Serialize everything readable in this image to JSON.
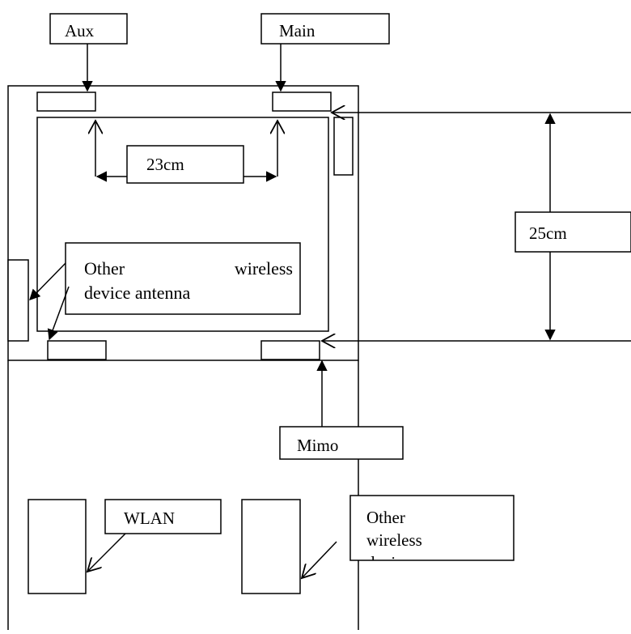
{
  "labels": {
    "aux": "Aux",
    "main": "Main",
    "spacing_horizontal": "23cm",
    "spacing_vertical": "25cm",
    "other_wireless_antenna_line1_left": "Other",
    "other_wireless_antenna_line1_right": "wireless",
    "other_wireless_antenna_line2": "device antenna",
    "mimo": "Mimo",
    "wlan": "WLAN",
    "other_wireless_device_line1": "Other",
    "other_wireless_device_line2": "wireless",
    "other_wireless_device_line3": "device"
  }
}
